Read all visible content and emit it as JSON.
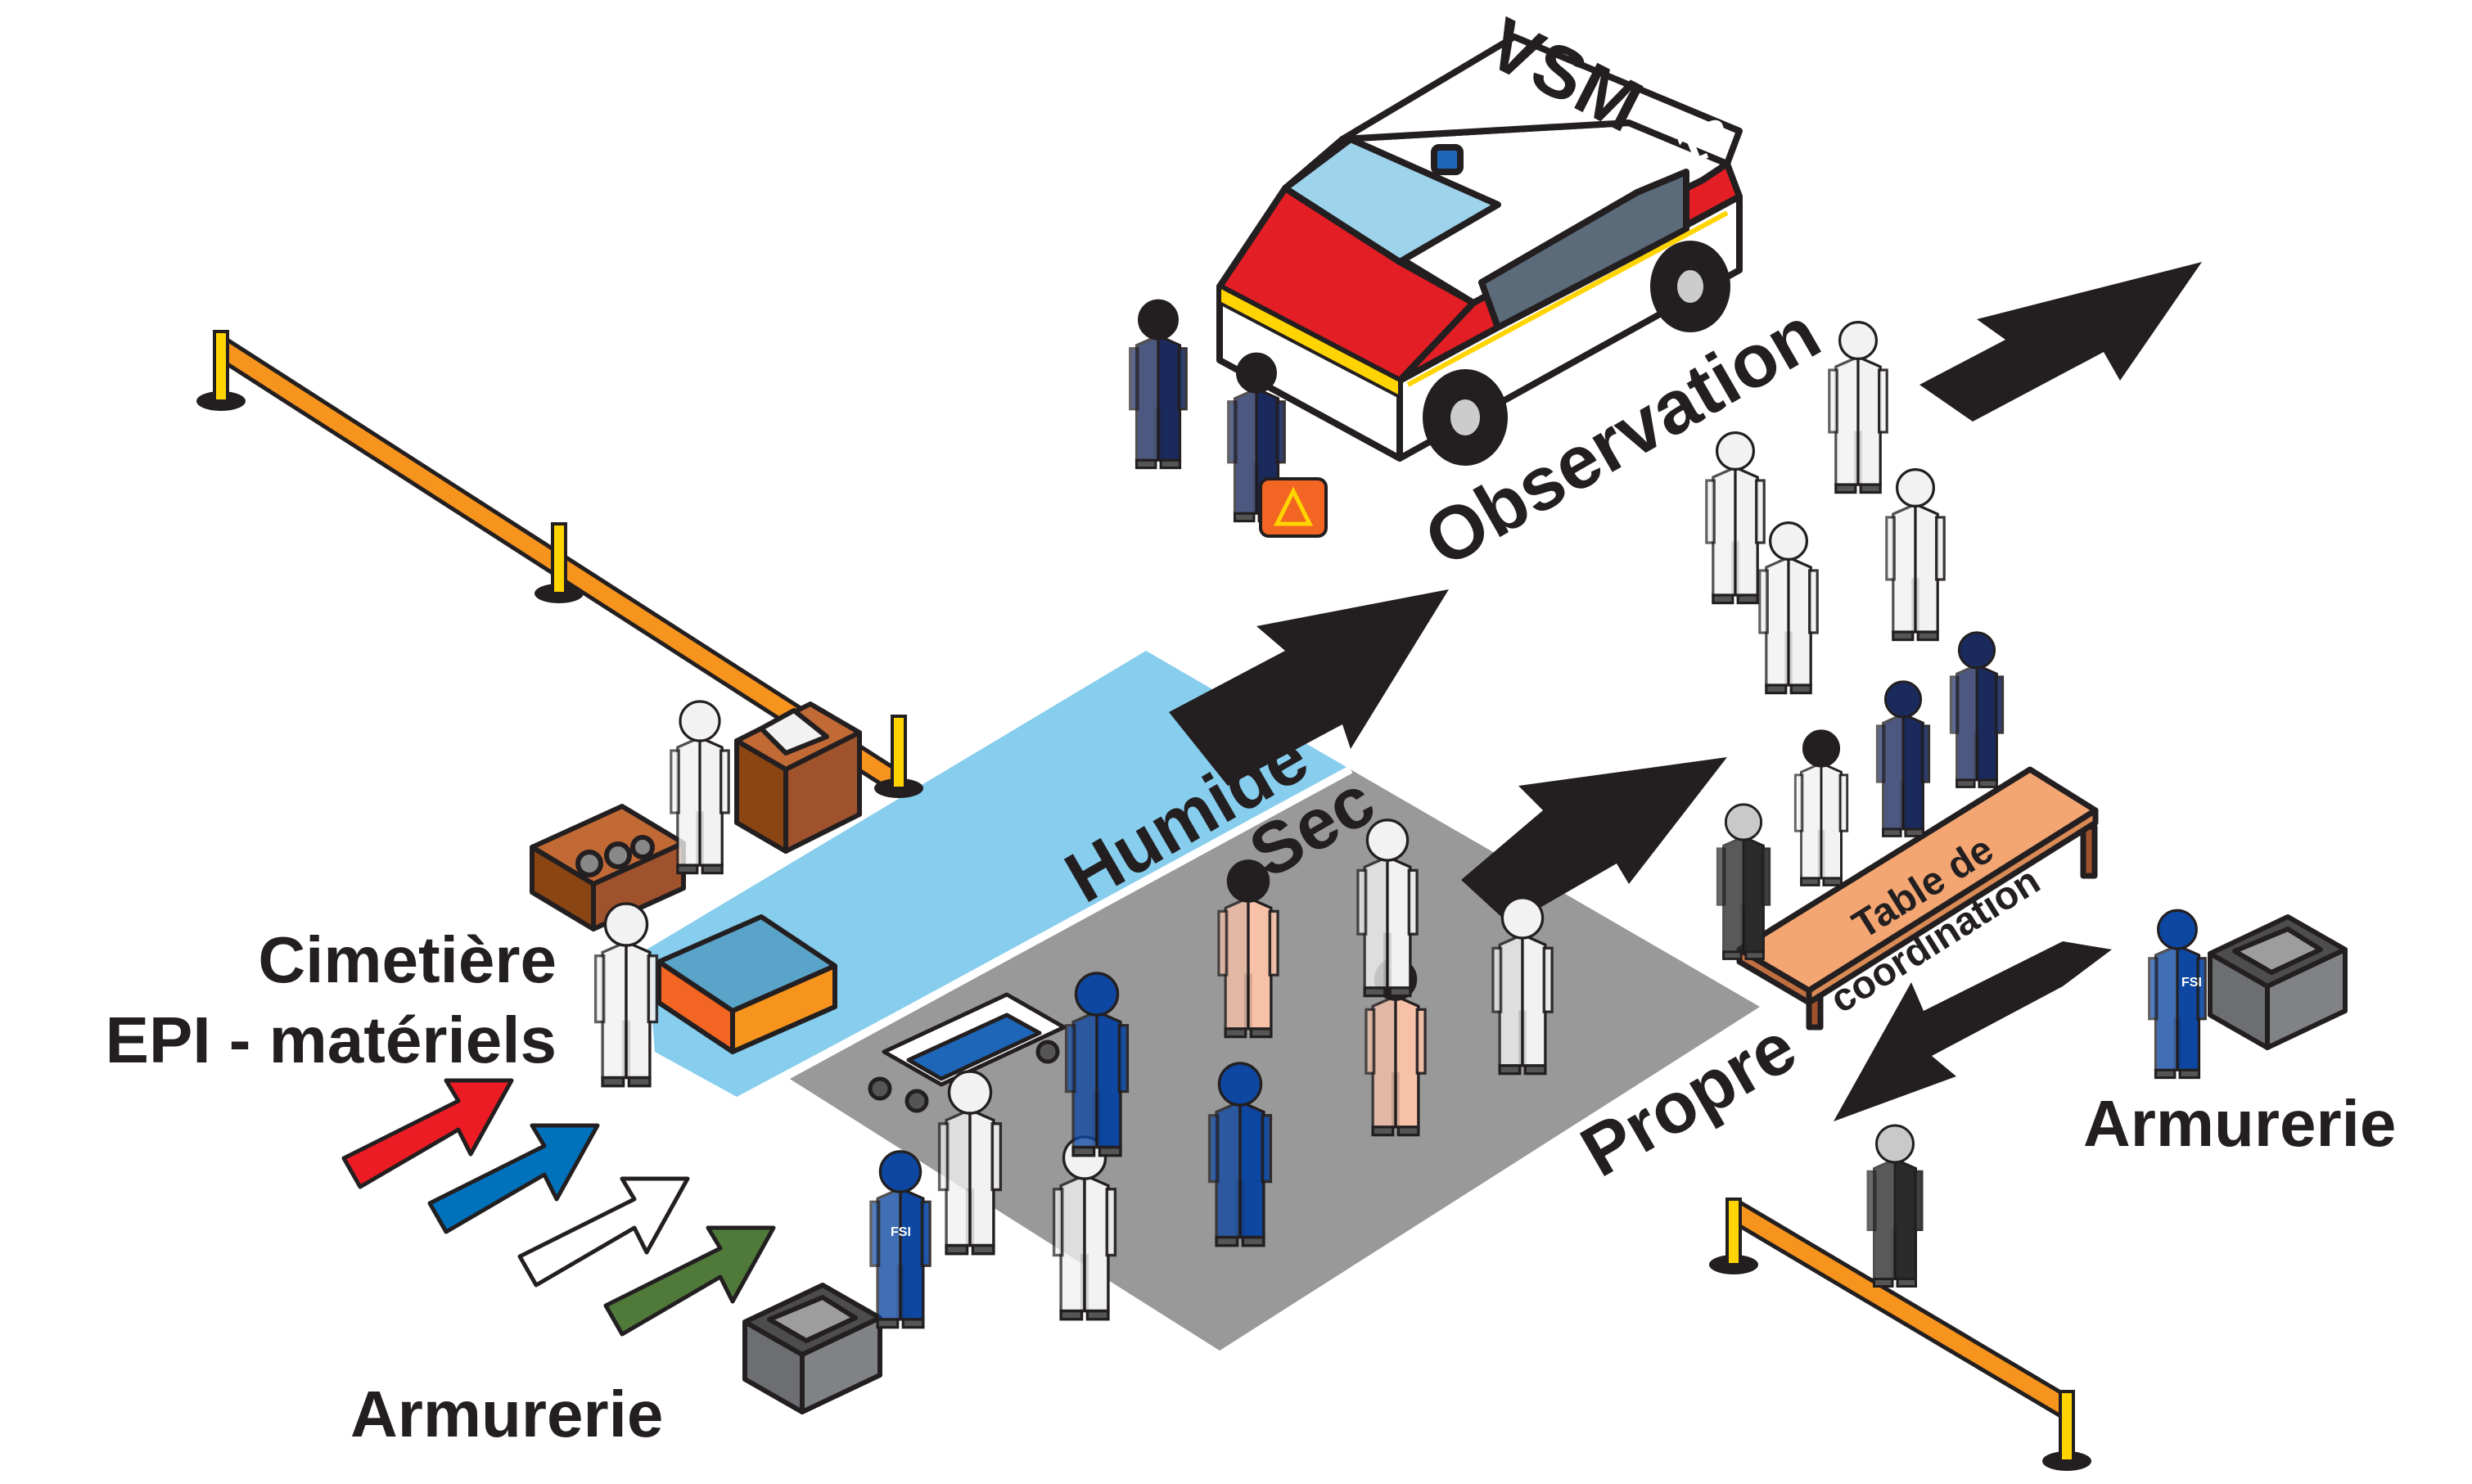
{
  "labels": {
    "observation": "Observation",
    "humide": "Humide",
    "sec": "Sec",
    "propre": "Propre",
    "table_line1": "Table de",
    "table_line2": "coordination",
    "cimetiere_line1": "Cimetière",
    "cimetiere_line2": "EPI - matériels",
    "armurerie_left": "Armurerie",
    "armurerie_right": "Armurerie",
    "van_name": "VSM",
    "van_number": "18",
    "badge_fsi": "FSI"
  },
  "colors": {
    "humid_zone": "#87cdee",
    "dry_zone": "#999999",
    "arrow": "#231f20",
    "barrier": "#f7941d",
    "van_red": "#e31e24",
    "van_dark": "#8b1a1f",
    "stripe_yellow": "#ffd400",
    "table_top": "#f4a672",
    "box_brown": "#a0522d",
    "tray_orange": "#f26522",
    "tray_water": "#5ba4c9",
    "suit_white": "#f2f2f2",
    "suit_blue": "#0d47a1",
    "skin": "#f7c1a8",
    "navy": "#1b2a5c",
    "ff_dark": "#2b2b2b",
    "crate_grey": "#6d6e71",
    "entry_red": "#ed1c24",
    "entry_blue": "#0072bc",
    "entry_white": "#ffffff",
    "entry_green": "#4f7a3a"
  },
  "icons": {
    "van": "ambulance-van-icon",
    "barrier": "barrier-icon",
    "crate": "weapons-crate-icon",
    "box": "cardboard-box-icon",
    "tray": "decontamination-tray-icon",
    "stretcher": "stretcher-icon",
    "person": "person-icon",
    "arrow": "flow-arrow-icon"
  }
}
